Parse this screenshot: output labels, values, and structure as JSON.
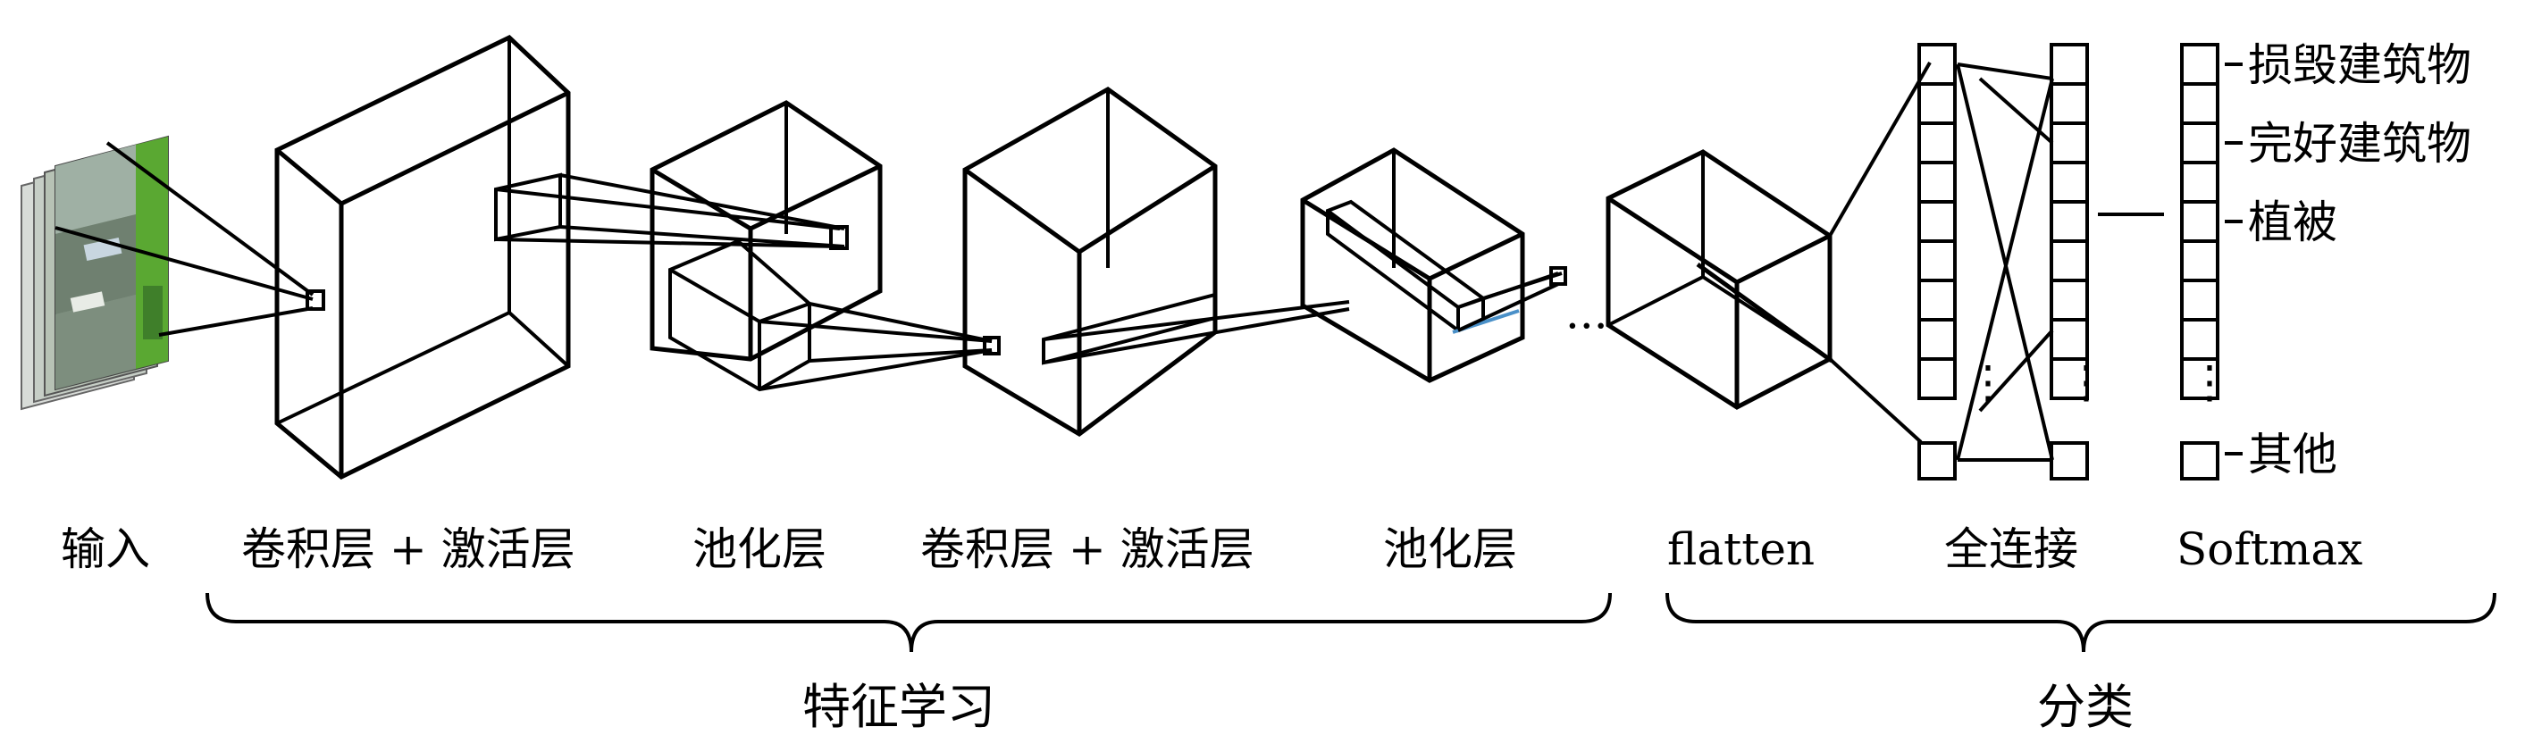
{
  "stage_labels": {
    "input": "输入",
    "conv1": "卷积层 + 激活层",
    "pool1": "池化层",
    "conv2": "卷积层 + 激活层",
    "pool2": "池化层",
    "flatten": "flatten",
    "fc": "全连接",
    "softmax": "Softmax"
  },
  "group_labels": {
    "feature": "特征学习",
    "classify": "分类"
  },
  "outputs": [
    "损毁建筑物",
    "完好建筑物",
    "植被",
    "其他"
  ],
  "ellipsis_h": "···",
  "ellipsis_v": "⋮",
  "colors": {
    "line": "#000000",
    "accent": "#4a90c8",
    "photo_green": "#5aa832",
    "photo_gray": "#8a9a8a"
  }
}
